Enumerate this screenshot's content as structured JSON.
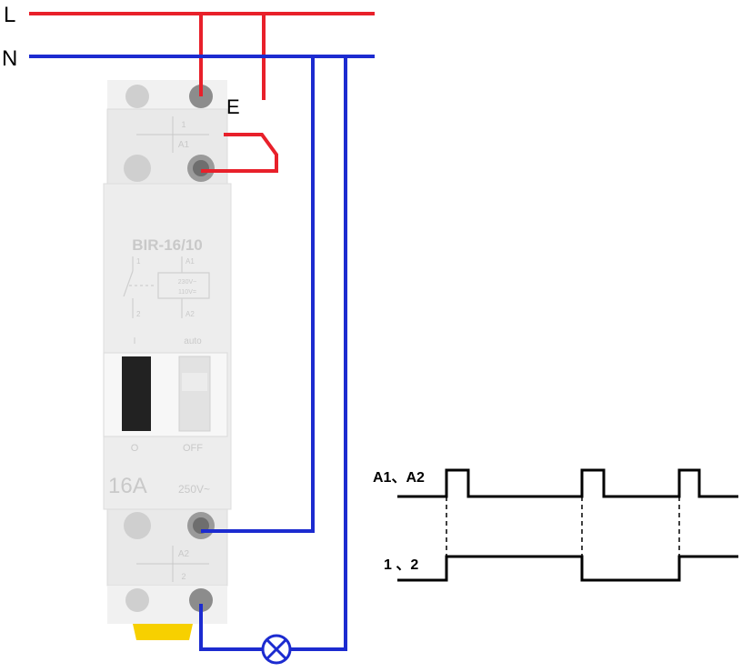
{
  "lines": {
    "live_label": "L",
    "neutral_label": "N",
    "live_color": "#e8202a",
    "neutral_color": "#1c2bd0"
  },
  "switch": {
    "label": "E"
  },
  "device": {
    "model": "BIR-16/10",
    "terminal_top_number": "1",
    "terminal_top_name": "A1",
    "terminal_bottom_name": "A2",
    "terminal_bottom_number": "2",
    "schematic": {
      "contact_top": "1",
      "contact_bottom": "2",
      "coil_top": "A1",
      "coil_bottom": "A2",
      "voltage_ac": "230V~",
      "voltage_dc": "110V="
    },
    "selector_left_top": "I",
    "selector_right_top": "auto",
    "selector_left_bottom": "O",
    "selector_right_bottom": "OFF",
    "rating_current": "16A",
    "rating_voltage": "250V~",
    "clip_color": "#f7d000"
  },
  "lamp": {
    "icon": "lamp-icon"
  },
  "timing": {
    "input_label": "A1、A2",
    "output_label": "1 、2",
    "input_pulses": 3,
    "output_states": [
      "on",
      "off",
      "on"
    ]
  }
}
